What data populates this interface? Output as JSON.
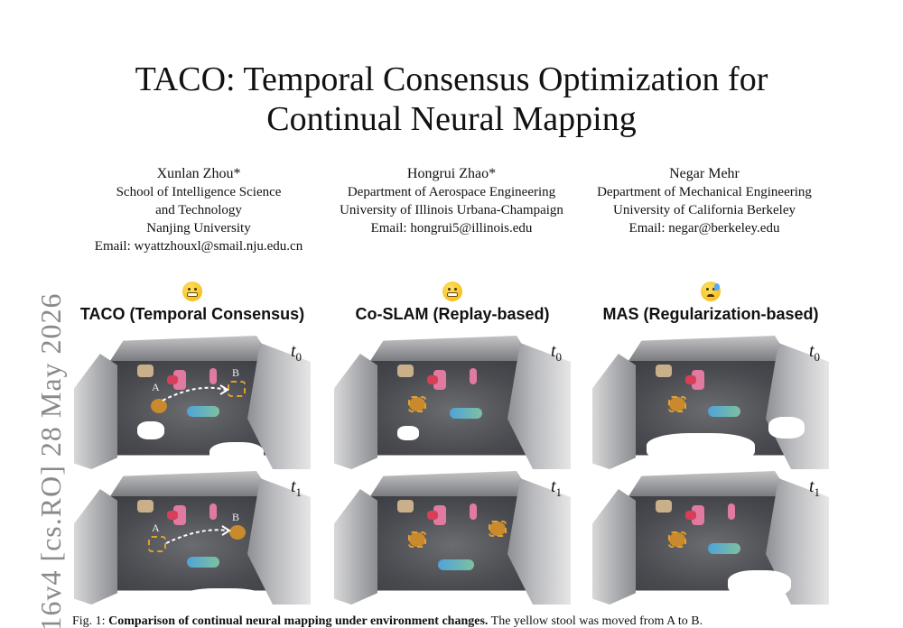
{
  "arxiv_stamp": "16v4  [cs.RO]  28 May 2026",
  "title_line1": "TACO: Temporal Consensus Optimization for",
  "title_line2": "Continual Neural Mapping",
  "authors": [
    {
      "name": "Xunlan Zhou*",
      "affil1": "School of Intelligence Science",
      "affil2": "and Technology",
      "affil3": "Nanjing University",
      "email": "Email: wyattzhouxl@smail.nju.edu.cn"
    },
    {
      "name": "Hongrui Zhao*",
      "affil1": "Department of Aerospace Engineering",
      "affil2": "University of Illinois Urbana-Champaign",
      "email": "Email: hongrui5@illinois.edu"
    },
    {
      "name": "Negar Mehr",
      "affil1": "Department of Mechanical Engineering",
      "affil2": "University of California Berkeley",
      "email": "Email: negar@berkeley.edu"
    }
  ],
  "columns": [
    {
      "label": "TACO (Temporal Consensus)",
      "emoji": "grinning-face-icon"
    },
    {
      "label": "Co-SLAM (Replay-based)",
      "emoji": "grimacing-face-icon"
    },
    {
      "label": "MAS (Regularization-based)",
      "emoji": "sad-tear-face-icon"
    }
  ],
  "time_labels": {
    "t0_main": "t",
    "t0_sub": "0",
    "t1_main": "t",
    "t1_sub": "1"
  },
  "points": {
    "a": "A",
    "b": "B"
  },
  "caption": {
    "prefix": "Fig. 1: ",
    "bold": "Comparison of continual neural mapping under environment changes.",
    "rest": " The yellow stool was moved from A to B."
  },
  "colors": {
    "stool": "#c98a2e",
    "target_box": "#e0a030"
  }
}
